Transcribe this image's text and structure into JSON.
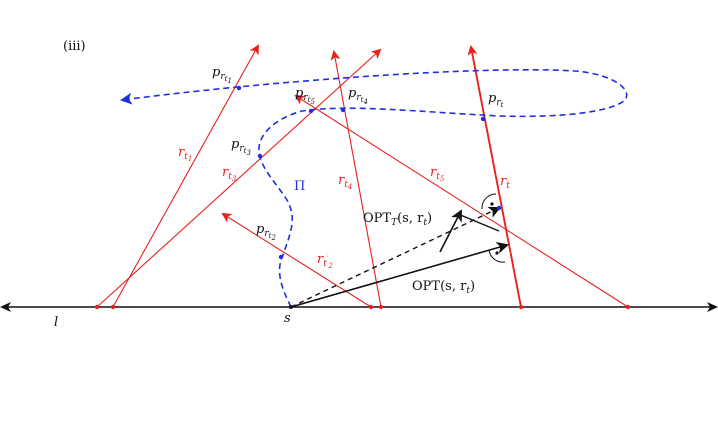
{
  "figure": {
    "panel_label": "(iii)",
    "line_l": "l",
    "source_point": "s",
    "path_label": "Π",
    "opt_label_main": "OPT",
    "opt_label_args": "(s, r",
    "opt_label_close": ")",
    "opt_t_sub": "T",
    "opt_t_args": "(s, r",
    "ray_prefix": "r",
    "point_prefix": "p",
    "sub_t": "t",
    "idx_1": "1",
    "idx_2": "2",
    "idx_3": "3",
    "idx_4": "4",
    "idx_5": "5",
    "prime": "′"
  },
  "colors": {
    "rays": "#e8201e",
    "path": "#1f2fe0",
    "axis": "#111111"
  }
}
